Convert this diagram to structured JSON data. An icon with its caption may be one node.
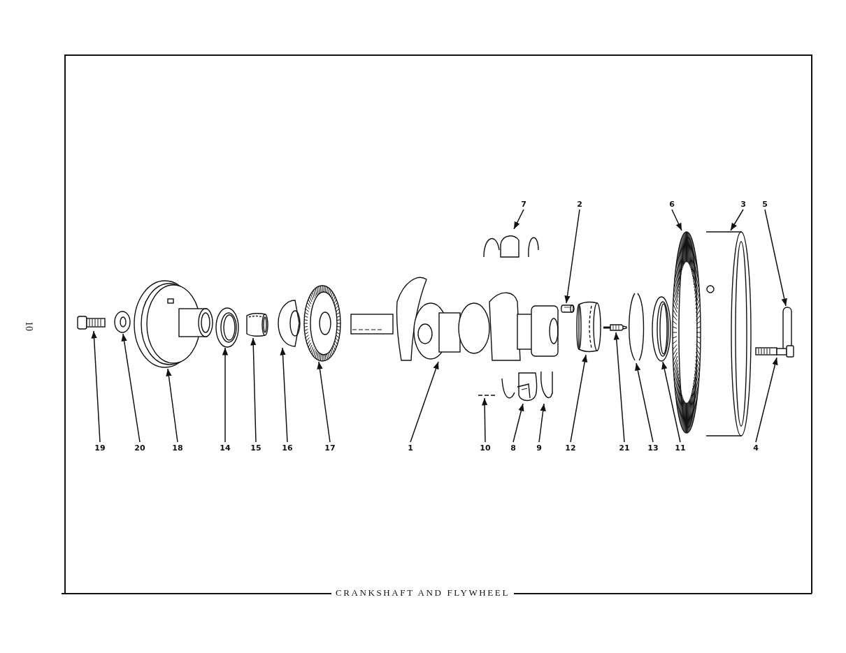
{
  "diagram": {
    "caption": "CRANKSHAFT AND FLYWHEEL",
    "nodes": [
      {
        "text": [
          "7"
        ]
      },
      {
        "text": [
          "2"
        ]
      },
      {
        "text": [
          "6"
        ]
      },
      {
        "text": [
          "3"
        ]
      },
      {
        "text": [
          "5"
        ]
      },
      {
        "text": [
          "19"
        ]
      },
      {
        "text": [
          "20"
        ]
      },
      {
        "text": [
          "18"
        ]
      },
      {
        "text": [
          "14"
        ]
      },
      {
        "text": [
          "15"
        ]
      },
      {
        "text": [
          "16"
        ]
      },
      {
        "text": [
          "17"
        ]
      },
      {
        "text": [
          "1"
        ]
      },
      {
        "text": [
          "10"
        ]
      },
      {
        "text": [
          "8"
        ]
      },
      {
        "text": [
          "9"
        ]
      },
      {
        "text": [
          "12"
        ]
      },
      {
        "text": [
          "21"
        ]
      },
      {
        "text": [
          "13"
        ]
      },
      {
        "text": [
          "11"
        ]
      },
      {
        "text": [
          "4"
        ]
      },
      {
        "text": [],
        "shape": "picture"
      },
      {
        "text": [],
        "shape": "picture"
      },
      {
        "text": [],
        "shape": "picture"
      },
      {
        "text": [],
        "shape": "picture"
      },
      {
        "text": [],
        "shape": "picture"
      },
      {
        "text": [],
        "shape": "picture"
      },
      {
        "text": [],
        "shape": "picture"
      },
      {
        "text": [],
        "shape": "picture"
      },
      {
        "text": [],
        "shape": "picture"
      },
      {
        "text": [],
        "shape": "bar"
      },
      {
        "text": [],
        "shape": "picture"
      },
      {
        "text": [],
        "shape": "picture"
      },
      {
        "text": [],
        "shape": "picture"
      },
      {
        "text": [],
        "shape": "picture"
      },
      {
        "text": [],
        "shape": "picture"
      },
      {
        "text": [],
        "shape": "picture"
      },
      {
        "text": [],
        "shape": "picture"
      },
      {
        "text": [],
        "shape": "picture"
      },
      {
        "text": [],
        "shape": "picture"
      },
      {
        "text": [],
        "shape": "picture"
      },
      {
        "text": [],
        "shape": "picture"
      }
    ],
    "edges": [
      {
        "from": 0,
        "to": 29,
        "arrow": "to"
      },
      {
        "from": 1,
        "to": 33,
        "arrow": "to"
      },
      {
        "from": 2,
        "to": 38,
        "arrow": "to"
      },
      {
        "from": 3,
        "to": 39,
        "arrow": "to"
      },
      {
        "from": 4,
        "to": 40,
        "arrow": "to"
      },
      {
        "from": 5,
        "to": 21,
        "arrow": "to"
      },
      {
        "from": 6,
        "to": 22,
        "arrow": "to"
      },
      {
        "from": 7,
        "to": 23,
        "arrow": "to"
      },
      {
        "from": 8,
        "to": 24,
        "arrow": "to"
      },
      {
        "from": 9,
        "to": 25,
        "arrow": "to"
      },
      {
        "from": 10,
        "to": 26,
        "arrow": "to"
      },
      {
        "from": 11,
        "to": 27,
        "arrow": "to"
      },
      {
        "from": 12,
        "to": 28,
        "arrow": "to"
      },
      {
        "from": 13,
        "to": 30,
        "arrow": "to"
      },
      {
        "from": 14,
        "to": 31,
        "arrow": "to"
      },
      {
        "from": 15,
        "to": 32,
        "arrow": "to"
      },
      {
        "from": 16,
        "to": 34,
        "arrow": "to"
      },
      {
        "from": 17,
        "to": 35,
        "arrow": "to"
      },
      {
        "from": 18,
        "to": 36,
        "arrow": "to"
      },
      {
        "from": 19,
        "to": 37,
        "arrow": "to"
      },
      {
        "from": 20,
        "to": 41,
        "arrow": "to"
      }
    ],
    "labels": [
      "10"
    ]
  }
}
